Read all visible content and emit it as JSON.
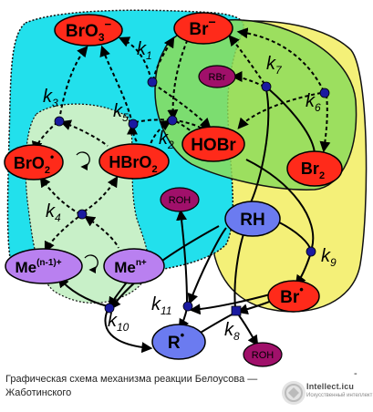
{
  "diagram": {
    "species": {
      "bro3": {
        "base": "BrO",
        "sub": "3",
        "sup": "−"
      },
      "br_minus": {
        "base": "Br",
        "sup": "−"
      },
      "rbr": {
        "base": "RBr"
      },
      "bro2_rad": {
        "base": "BrO",
        "sub": "2",
        "sup": "•"
      },
      "hbro2": {
        "base": "HBrO",
        "sub": "2"
      },
      "hobr": {
        "base": "HOBr"
      },
      "br2": {
        "base": "Br",
        "sub": "2"
      },
      "roh_top": {
        "base": "ROH"
      },
      "rh": {
        "base": "RH"
      },
      "me_low": {
        "base": "Me",
        "sup": "(n-1)+"
      },
      "me_high": {
        "base": "Me",
        "sup": "n+"
      },
      "br_rad": {
        "base": "Br",
        "sup": "•"
      },
      "r_rad": {
        "base": "R",
        "sup": "•"
      },
      "roh_bottom": {
        "base": "ROH"
      }
    },
    "rate_labels": {
      "k1": {
        "base": "k",
        "sub": "1"
      },
      "k2": {
        "base": "k",
        "sub": "2"
      },
      "k3": {
        "base": "k",
        "sub": "3"
      },
      "k4": {
        "base": "k",
        "sub": "4"
      },
      "k5": {
        "base": "k",
        "sub": "5"
      },
      "k6": {
        "base": "k",
        "sub": "6"
      },
      "k7": {
        "base": "k",
        "sub": "7"
      },
      "k8": {
        "base": "k",
        "sub": "8"
      },
      "k9": {
        "base": "k",
        "sub": "9"
      },
      "k10": {
        "base": "k",
        "sub": "10"
      },
      "k11": {
        "base": "k",
        "sub": "11"
      }
    },
    "colors": {
      "cyan_region": "#22e0ec",
      "green_region": "#8cdc5a",
      "yellow_region": "#f4f078",
      "pale_green_region": "#c8f0c8",
      "red_node": "#ff2a1a",
      "blue_node": "#6b7bf0",
      "purple_node": "#b980f0",
      "magenta_node": "#a0106a",
      "dot_blue": "#1a1aa0"
    }
  },
  "caption": {
    "text": "Графическая схема механизма реакции Белоусова — Жаботинского"
  },
  "watermark": {
    "title": "Intellect.icu",
    "subtitle": "Искусственный интеллект",
    "dash": "-"
  }
}
